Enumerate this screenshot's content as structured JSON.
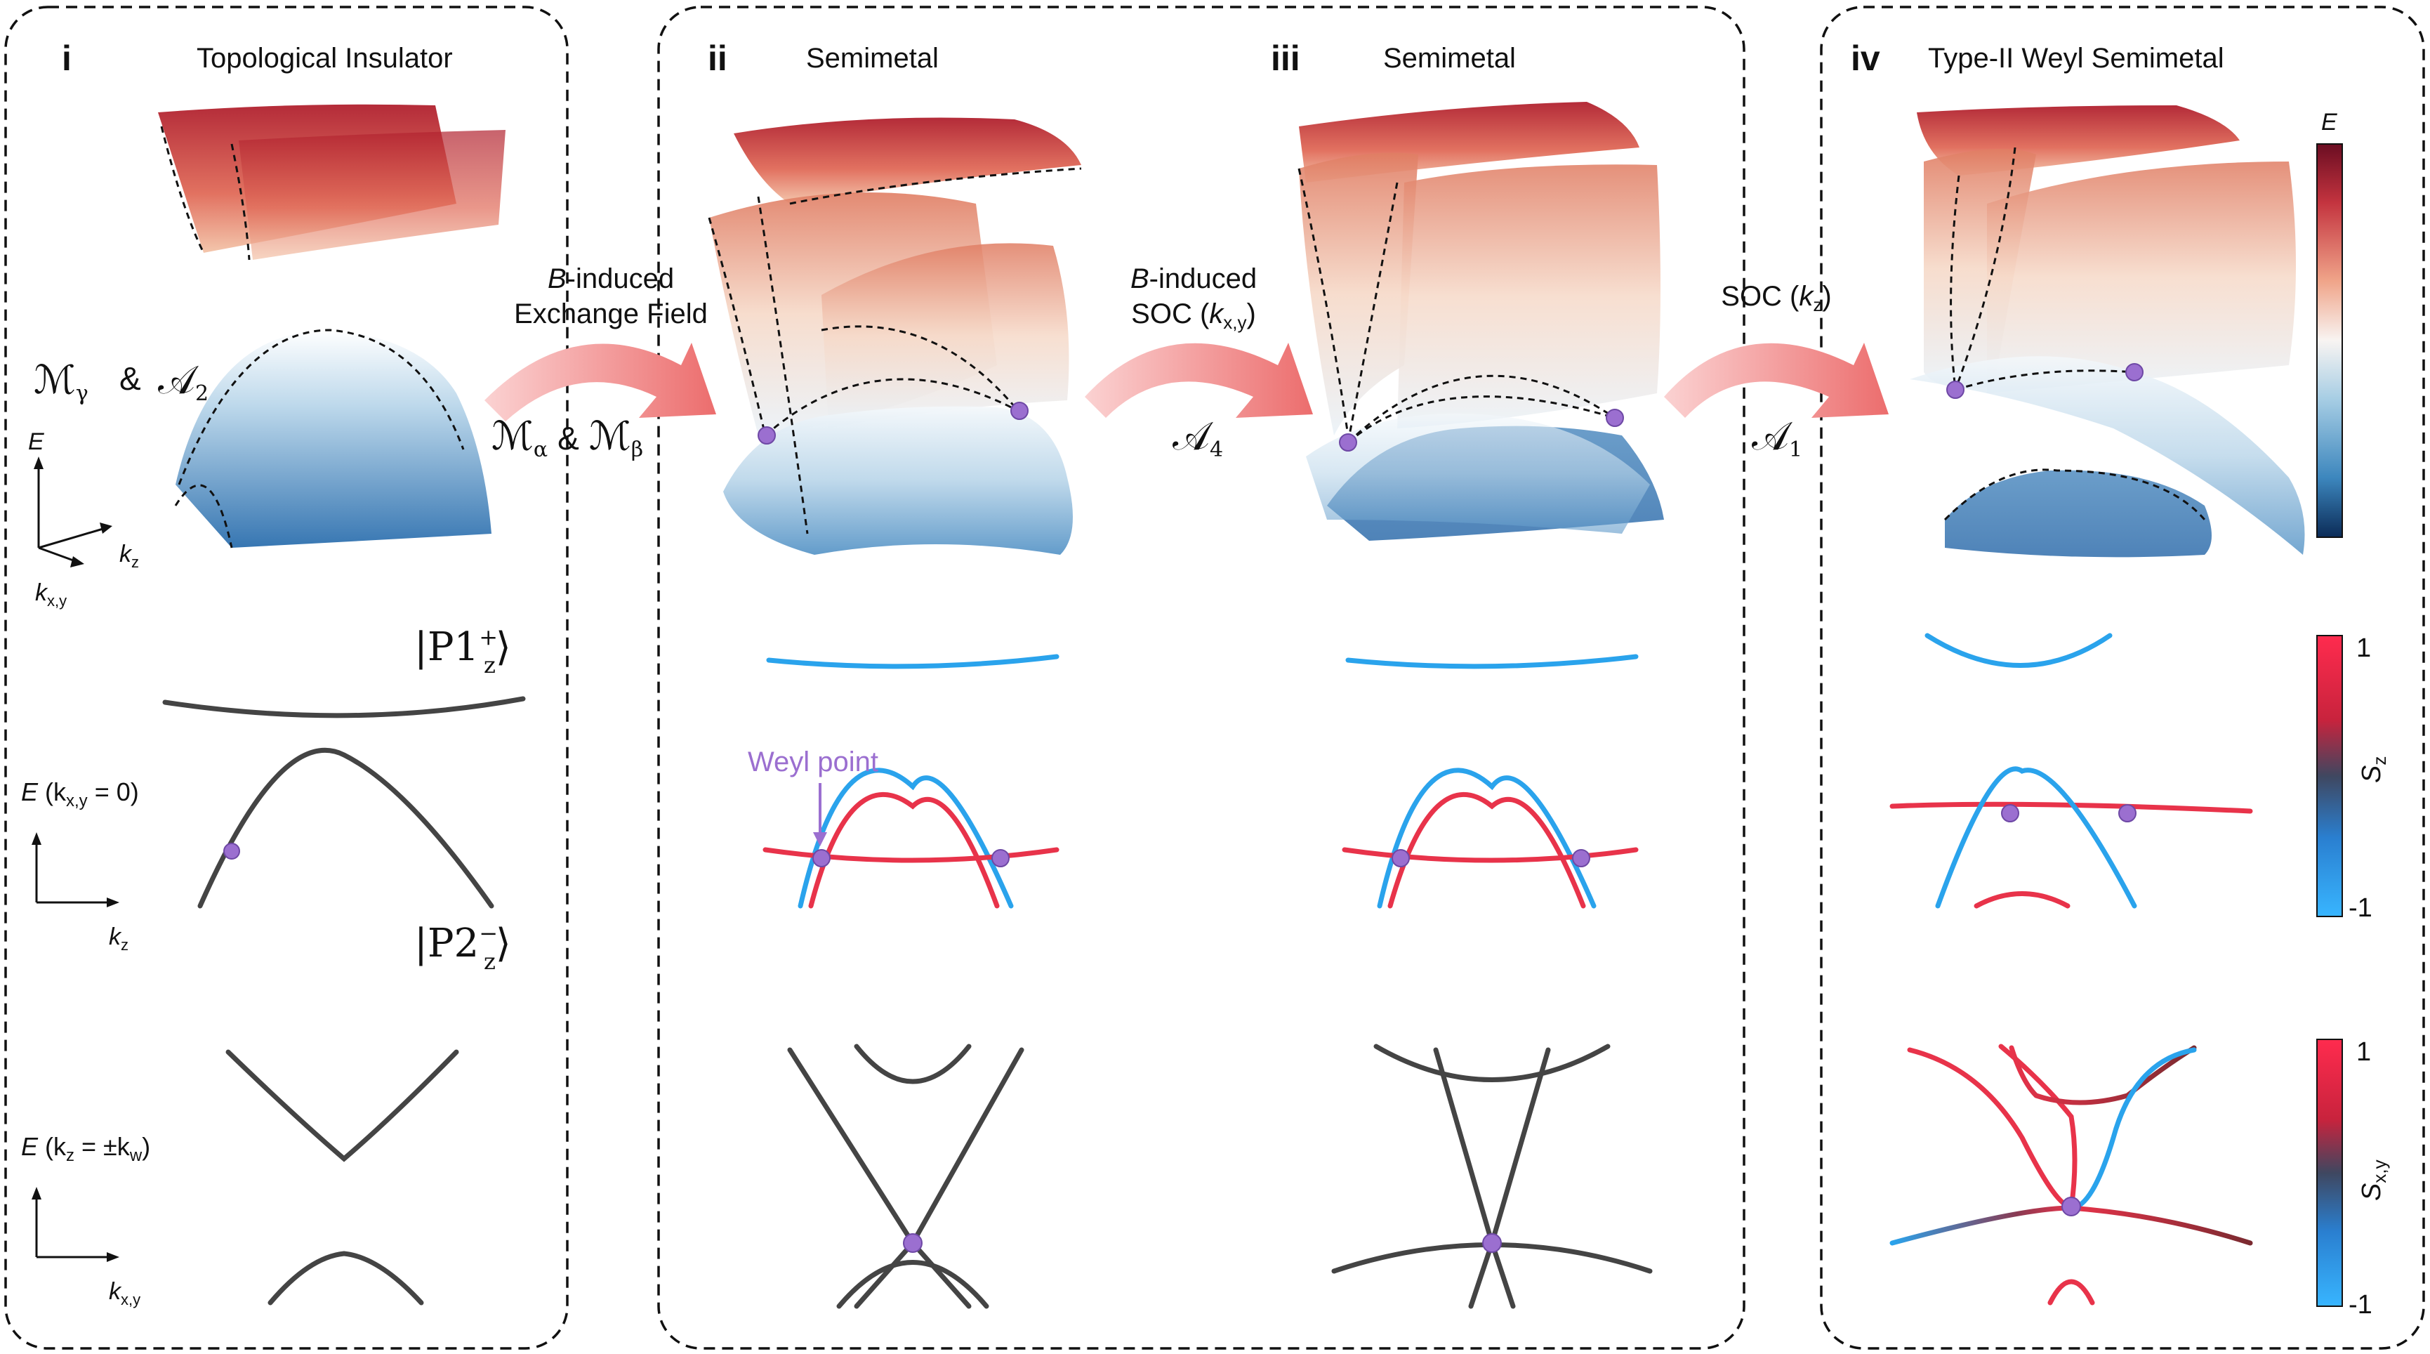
{
  "panels": [
    {
      "roman": "i",
      "title": "Topological Insulator"
    },
    {
      "roman": "ii",
      "title": "Semimetal"
    },
    {
      "roman": "iii",
      "title": "Semimetal"
    },
    {
      "roman": "iv",
      "title": "Type-II Weyl Semimetal"
    }
  ],
  "arrows": [
    {
      "line1_italic": "B",
      "line1": "-induced",
      "line2": "Exchange Field",
      "symmetry": "ℳ",
      "symmetry_sub1": "α",
      "symmetry_amp": "&",
      "symmetry2": "ℳ",
      "symmetry_sub2": "β"
    },
    {
      "line1_italic": "B",
      "line1": "-induced",
      "line2": "SOC (",
      "line2_k": "k",
      "line2_sub": "x,y",
      "line2_end": ")",
      "symmetry": "𝒜",
      "symmetry_sub1": "4"
    },
    {
      "line1": "SOC (",
      "line1_k": "k",
      "line1_sub": "z",
      "line1_end": ")",
      "symmetry": "𝒜",
      "symmetry_sub1": "1"
    }
  ],
  "panel_i": {
    "sym_M": "ℳ",
    "sym_M_sub": "γ",
    "sym_amp": "&",
    "sym_A": "𝒜",
    "sym_A_sub": "2",
    "axis3d_E": "E",
    "axis3d_kz": "k",
    "axis3d_kz_sub": "z",
    "axis3d_kxy": "k",
    "axis3d_kxy_sub": "x,y",
    "cut1_E": "E",
    "cut1_cond": "(k",
    "cut1_cond_sub": "x,y",
    "cut1_cond_end": " = 0)",
    "cut1_k": "k",
    "cut1_k_sub": "z",
    "cut2_E": "E",
    "cut2_cond": "(k",
    "cut2_cond_sub": "z",
    "cut2_cond_mid": " = ±k",
    "cut2_cond_sub2": "w",
    "cut2_cond_end": ")",
    "cut2_k": "k",
    "cut2_k_sub": "x,y",
    "state_top": "|P1",
    "state_top_sup": "+",
    "state_top_sub": "z",
    "state_top_end": "⟩",
    "state_bottom": "|P2",
    "state_bottom_sup": "−",
    "state_bottom_sub": "z",
    "state_bottom_end": "⟩"
  },
  "weyl_point_label": "Weyl point",
  "colorbars": {
    "energy": {
      "label": "E"
    },
    "sz": {
      "label": "S",
      "label_sub": "z",
      "max": "1",
      "min": "-1"
    },
    "sxy": {
      "label": "S",
      "label_sub": "x,y",
      "max": "1",
      "min": "-1"
    }
  },
  "colors": {
    "red": "#e8334a",
    "blue": "#2aa3ec",
    "dark": "#444444",
    "weyl": "#9b6fd0",
    "arrow": "#f08c8c"
  }
}
